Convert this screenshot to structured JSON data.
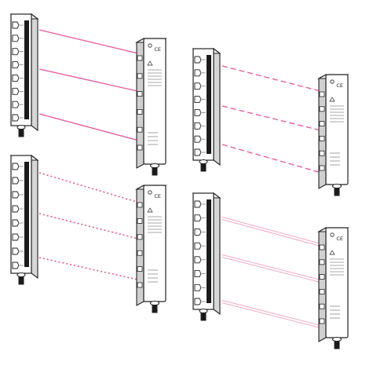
{
  "colors": {
    "beam": "#e8559a",
    "beam_light": "#f09cc2",
    "outline": "#222222",
    "body_fill": "#ffffff",
    "shade": "#bdbdbd",
    "dark": "#1a1a1a"
  },
  "labels": {
    "ce_mark": "CE"
  },
  "groups": [
    {
      "id": "top-left",
      "beam_style": "solid",
      "beam_count": 3
    },
    {
      "id": "top-right",
      "beam_style": "dashed",
      "beam_count": 3
    },
    {
      "id": "bottom-left",
      "beam_style": "dotted",
      "beam_count": 3
    },
    {
      "id": "bottom-right",
      "beam_style": "double",
      "beam_count": 3
    }
  ]
}
